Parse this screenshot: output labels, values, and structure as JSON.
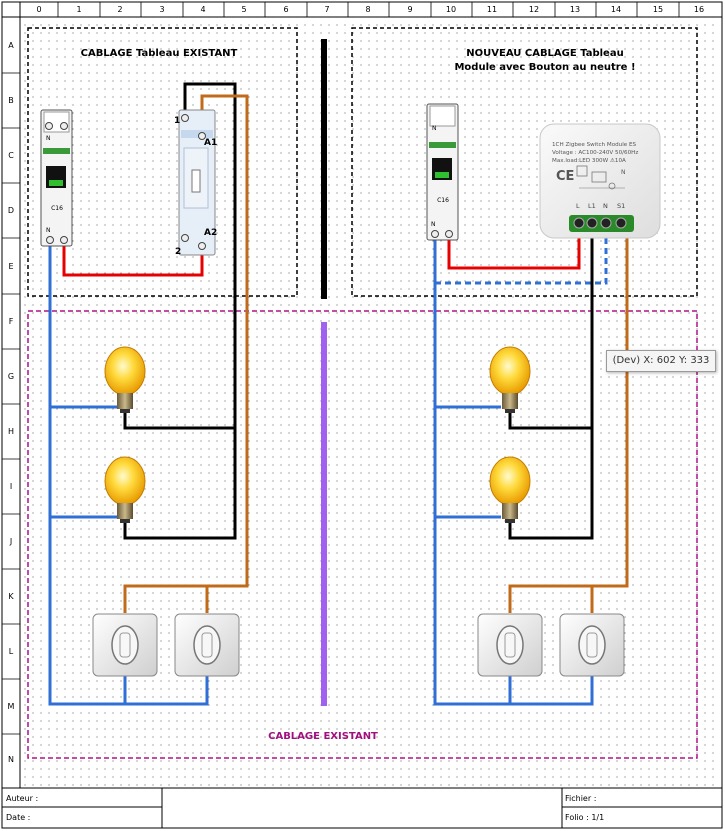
{
  "grid": {
    "columns": [
      "0",
      "1",
      "2",
      "3",
      "4",
      "5",
      "6",
      "7",
      "8",
      "9",
      "10",
      "11",
      "12",
      "13",
      "14",
      "15",
      "16"
    ],
    "rows": [
      "A",
      "B",
      "C",
      "D",
      "E",
      "F",
      "G",
      "H",
      "I",
      "J",
      "K",
      "L",
      "M",
      "N"
    ]
  },
  "left_panel": {
    "title": "CABLAGE Tableau EXISTANT",
    "breaker_label": "C16",
    "breaker_n_top": "N",
    "breaker_n_bottom": "N",
    "relay_terminal_1": "1",
    "relay_terminal_2": "2",
    "relay_terminal_a1": "A1",
    "relay_terminal_a2": "A2"
  },
  "right_panel": {
    "title_line1": "NOUVEAU CABLAGE Tableau",
    "title_line2": "Module avec Bouton au neutre !",
    "breaker_label": "C16",
    "breaker_n_top": "N",
    "breaker_n_bottom": "N",
    "module_line1": "1CH Zigbee Switch Module ES",
    "module_line2": "Voltage : AC100-240V 50/60Hz",
    "module_line3": "Max.load:LED 300W  ⚠10A",
    "module_ce": "CE",
    "module_terminals": [
      "L",
      "L1",
      "N",
      "S1"
    ],
    "module_n_mark": "N"
  },
  "bottom_label": "CABLAGE EXISTANT",
  "tooltip": "(Dev) X: 602 Y: 333",
  "footer": {
    "author_label": "Auteur :",
    "date_label": "Date :",
    "file_label": "Fichier :",
    "folio_label": "Folio : 1/1"
  },
  "colors": {
    "phase": "#e60000",
    "neutral": "#2f6fd6",
    "return": "#000000",
    "switch_wire": "#c06a1a",
    "dashed_frame": "#000000",
    "magenta_frame": "#b0108a",
    "divider_black": "#000000",
    "divider_violet": "#a060f0",
    "bottom_label": "#a0107e"
  }
}
